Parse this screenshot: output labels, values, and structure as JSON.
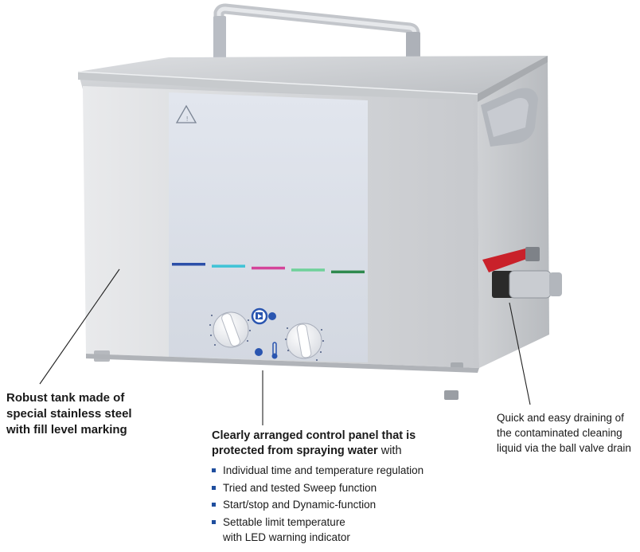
{
  "callouts": {
    "tank": {
      "lines": [
        "Robust tank made of",
        "special stainless steel",
        "with fill level marking"
      ]
    },
    "valve": {
      "lines": [
        "Quick and easy draining of",
        "the contaminated cleaning",
        "liquid via the ball valve drain"
      ]
    },
    "panel": {
      "title_bold_1": "Clearly arranged control panel that is",
      "title_bold_2": "protected from spraying water",
      "title_plain": " with",
      "features": [
        "Individual time and temperature regulation",
        "Tried and tested Sweep function",
        "Start/stop and Dynamic-function",
        "Settable limit temperature",
        "with LED warning indicator"
      ]
    }
  },
  "fill_marks": [
    "#2b4fa8",
    "#3fc3d6",
    "#d4449a",
    "#6fd19a",
    "#2f8a4e"
  ],
  "colors": {
    "bullet": "#1f4e9e",
    "valve_handle": "#c9212a"
  }
}
